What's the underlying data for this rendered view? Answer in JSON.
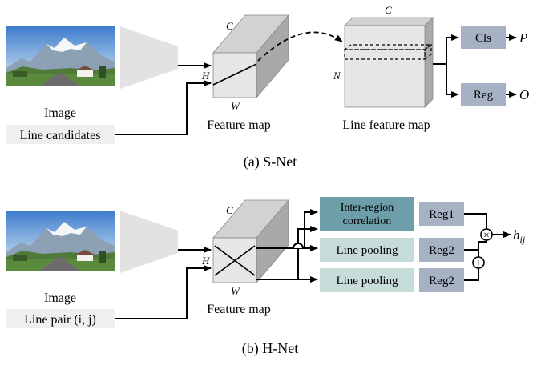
{
  "snet": {
    "image_label": "Image",
    "input_label": "Line candidates",
    "fm_c": "C",
    "fm_h": "H",
    "fm_w": "W",
    "feature_map_label": "Feature map",
    "lfm_c": "C",
    "lfm_n": "N",
    "line_feature_map_label": "Line feature map",
    "cls_label": "Cls",
    "reg_label": "Reg",
    "out_p": "P",
    "out_o": "O",
    "caption": "(a) S-Net"
  },
  "hnet": {
    "image_label": "Image",
    "input_label": "Line pair (i, j)",
    "fm_c": "C",
    "fm_h": "H",
    "fm_w": "W",
    "feature_map_label": "Feature map",
    "corr_label_1": "Inter-region",
    "corr_label_2": "correlation",
    "pool1_label": "Line pooling",
    "pool2_label": "Line pooling",
    "reg1_label": "Reg1",
    "reg2a_label": "Reg2",
    "reg2b_label": "Reg2",
    "mult_symbol": "×",
    "plus_symbol": "+",
    "output": "h",
    "output_sub": "ij",
    "caption": "(b) H-Net"
  },
  "colors": {
    "cube_front": "#e6e6e6",
    "cube_top": "#d2d2d2",
    "cube_side": "#a9a9a9",
    "trapezoid": "#e2e2e2",
    "label_box": "#efefef",
    "reg_box": "#a6b2c4",
    "corr_box": "#6e9ea8",
    "pool_box": "#c5dcd8"
  }
}
